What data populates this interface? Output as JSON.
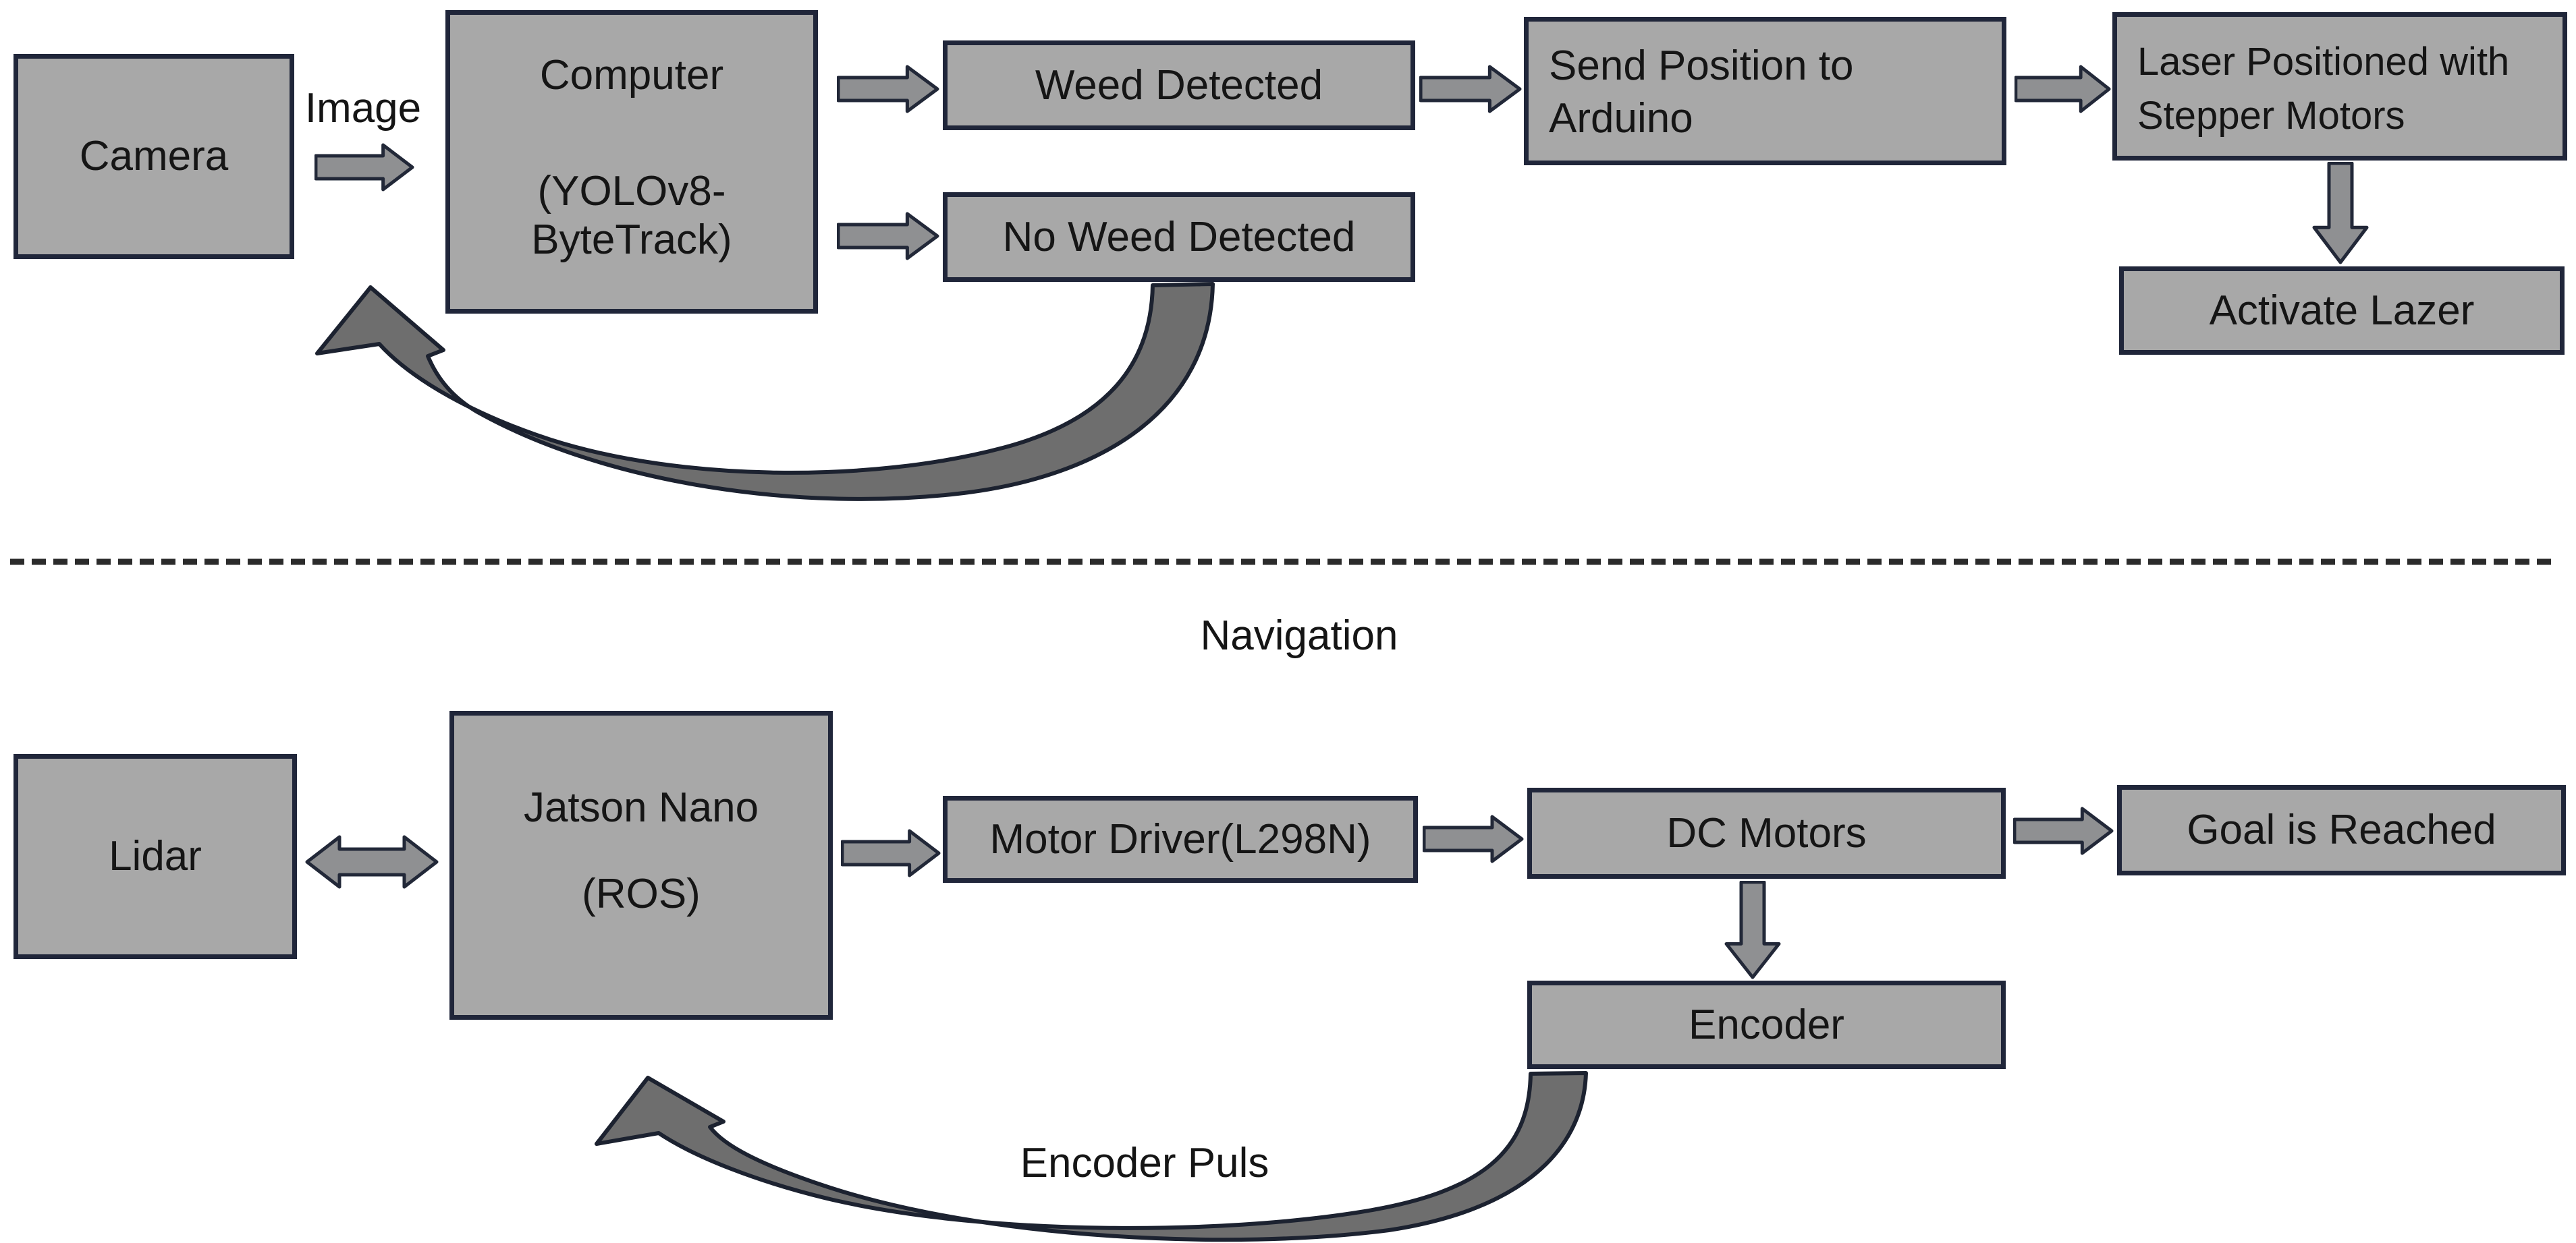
{
  "colors": {
    "background": "#ffffff",
    "box_fill": "#a8a8a8",
    "box_border": "#20263a",
    "arrow_fill": "#8f9092",
    "arrow_outline": "#222838",
    "curved_arrow_fill": "#6e6e6e",
    "curved_arrow_outline": "#1c2230",
    "divider_color": "#2b2b2b",
    "text_color": "#151515"
  },
  "detection": {
    "camera": "Camera",
    "image_label": "Image",
    "computer_line1": "Computer",
    "computer_line2": "(YOLOv8-",
    "computer_line3": "ByteTrack)",
    "weed_detected": "Weed Detected",
    "no_weed_detected": "No Weed Detected",
    "send_line1": "Send Position to",
    "send_line2": "Arduino",
    "laser_line1": "Laser Positioned with",
    "laser_line2": "Stepper Motors",
    "activate_lazer": "Activate Lazer"
  },
  "navigation": {
    "section_label": "Navigation",
    "lidar": "Lidar",
    "jetson_line1": "Jatson Nano",
    "jetson_line2": "(ROS)",
    "motor_driver": "Motor Driver(L298N)",
    "dc_motors": "DC Motors",
    "goal": "Goal is Reached",
    "encoder": "Encoder",
    "encoder_puls_label": "Encoder Puls"
  }
}
